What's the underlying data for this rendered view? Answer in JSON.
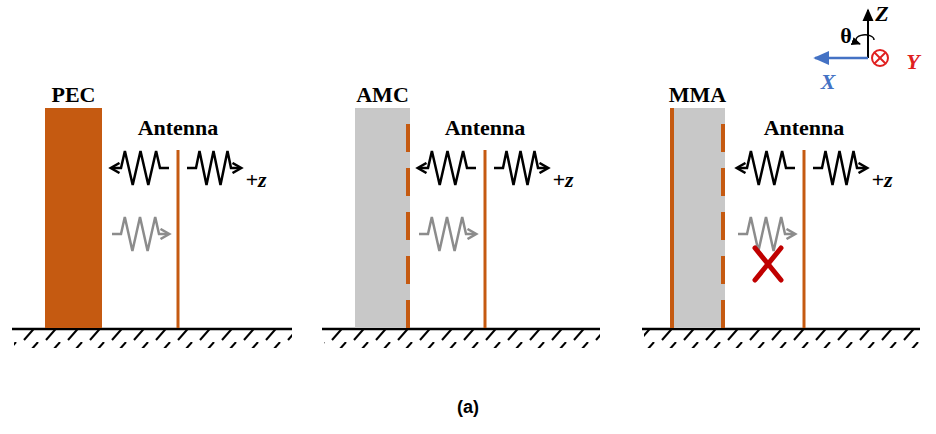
{
  "diagram": {
    "caption": "(a)",
    "nodes": [
      {
        "text": [
          "PEC"
        ]
      },
      {
        "text": [
          "AMC"
        ]
      },
      {
        "text": [
          "MMA"
        ]
      }
    ],
    "labels": [
      "Antenna",
      "+z",
      "Antenna",
      "+z",
      "Antenna",
      "+z",
      "Z",
      "θ",
      "X",
      "Y"
    ]
  }
}
